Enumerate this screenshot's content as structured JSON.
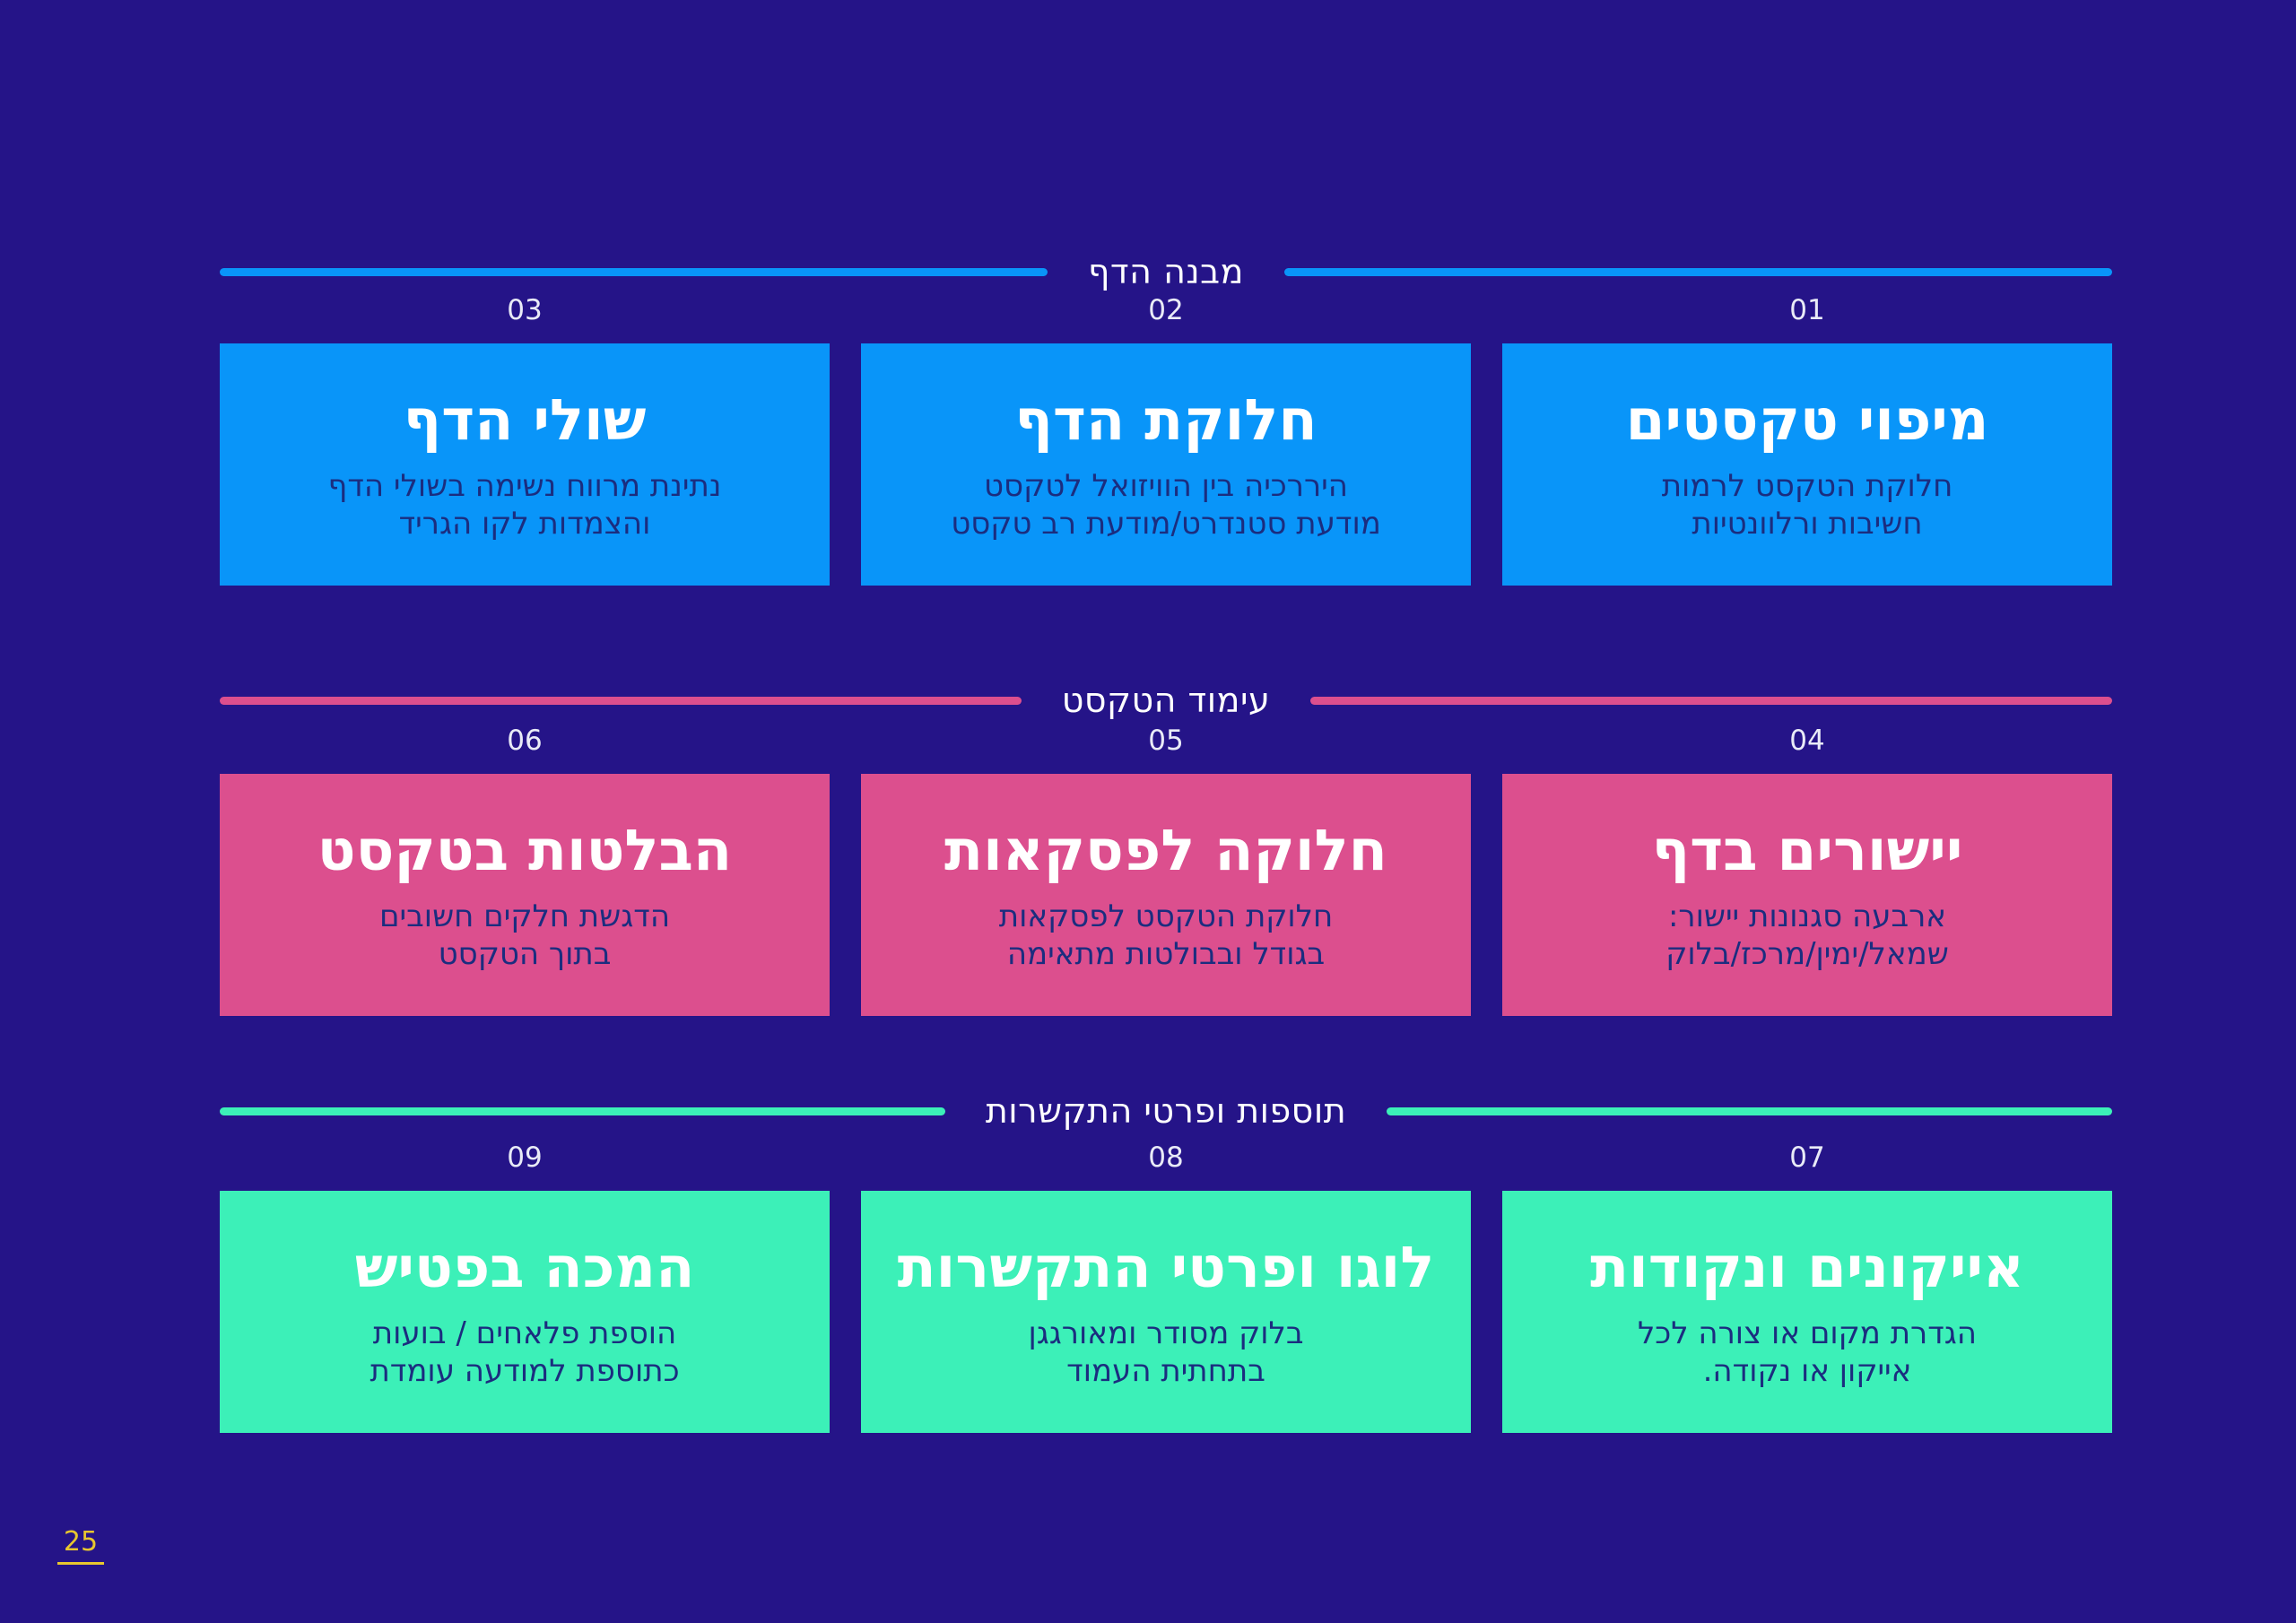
{
  "page": {
    "background": "#251488",
    "header_text_color": "#FFFFFF",
    "title_color": "#FFFFFF",
    "description_color": "#1B2D7F",
    "number_color": "#E9EBF7",
    "page_number": "25",
    "page_number_color": "#E8C72F"
  },
  "sections": [
    {
      "id": "page-structure",
      "title": "מבנה הדף",
      "accent": "#0995F9",
      "cards": [
        {
          "number": "01",
          "title": "מיפוי טקסטים",
          "description_lines": [
            "חלוקת הטקסט לרמות",
            "חשיבות ורלוונטיות"
          ]
        },
        {
          "number": "02",
          "title": "חלוקת הדף",
          "description_lines": [
            "היררכיה בין הוויזואל לטקסט",
            "מודעת סטנדרט/מודעת רב טקסט"
          ]
        },
        {
          "number": "03",
          "title": "שולי הדף",
          "description_lines": [
            "נתינת מרווח נשימה בשולי הדף",
            "והצמדות לקו הגריד"
          ]
        }
      ]
    },
    {
      "id": "text-layout",
      "title": "עימוד הטקסט",
      "accent": "#DC4F8E",
      "cards": [
        {
          "number": "04",
          "title": "יישורים בדף",
          "description_lines": [
            "ארבעה סגנונות יישור:",
            "שמאל/ימין/מרכז/בלוק"
          ]
        },
        {
          "number": "05",
          "title": "חלוקה לפסקאות",
          "description_lines": [
            "חלוקת הטקסט לפסקאות",
            "בגודל ובבולטות מתאימה"
          ]
        },
        {
          "number": "06",
          "title": "הבלטות בטקסט",
          "description_lines": [
            "הדגשת חלקים חשובים",
            "בתוך הטקסט"
          ]
        }
      ]
    },
    {
      "id": "additions-contact",
      "title": "תוספות ופרטי התקשרות",
      "accent": "#3CF0B8",
      "cards": [
        {
          "number": "07",
          "title": "אייקונים ונקודות",
          "description_lines": [
            "הגדרת מקום או צורה לכל",
            "אייקון או נקודה."
          ]
        },
        {
          "number": "08",
          "title": "לוגו ופרטי התקשרות",
          "description_lines": [
            "בלוק מסודר ומאורגגן",
            "בתחתית העמוד"
          ]
        },
        {
          "number": "09",
          "title": "המכה בפטיש",
          "description_lines": [
            "הוספת פלאחים / בועות",
            "כתוספת למודעה עומדת"
          ]
        }
      ]
    }
  ]
}
